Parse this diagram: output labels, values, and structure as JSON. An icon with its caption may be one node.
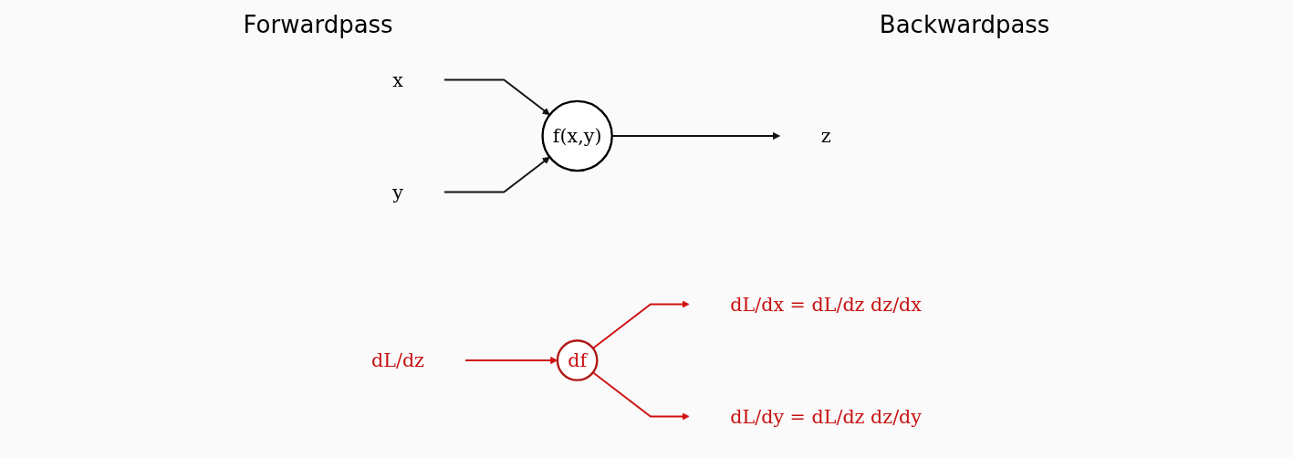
{
  "diagram": {
    "nodes": [
      {
        "text": [
          "x"
        ]
      },
      {
        "text": [
          "f(x,y)"
        ]
      },
      {
        "text": [
          "y"
        ]
      },
      {
        "text": [
          "z"
        ]
      },
      {
        "text": [
          "dL/dx = dL/dz dz/dx"
        ]
      },
      {
        "text": [
          "df"
        ]
      },
      {
        "text": [
          "dL/dz"
        ]
      },
      {
        "text": [
          "dL/dy = dL/dz dz/dy"
        ]
      }
    ],
    "edges": [
      {
        "from": 0,
        "to": 1,
        "arrow": "to"
      },
      {
        "from": 2,
        "to": 1,
        "arrow": "to"
      },
      {
        "from": 1,
        "to": 3,
        "arrow": "to"
      },
      {
        "from": 6,
        "to": 5,
        "arrow": "to",
        "color": "#d01010"
      },
      {
        "from": 5,
        "to": 4,
        "arrow": "to",
        "color": "#d01010"
      },
      {
        "from": 5,
        "to": 7,
        "arrow": "to",
        "color": "#d01010"
      }
    ],
    "labels": [
      "Forwardpass",
      "Backwardpass"
    ]
  }
}
